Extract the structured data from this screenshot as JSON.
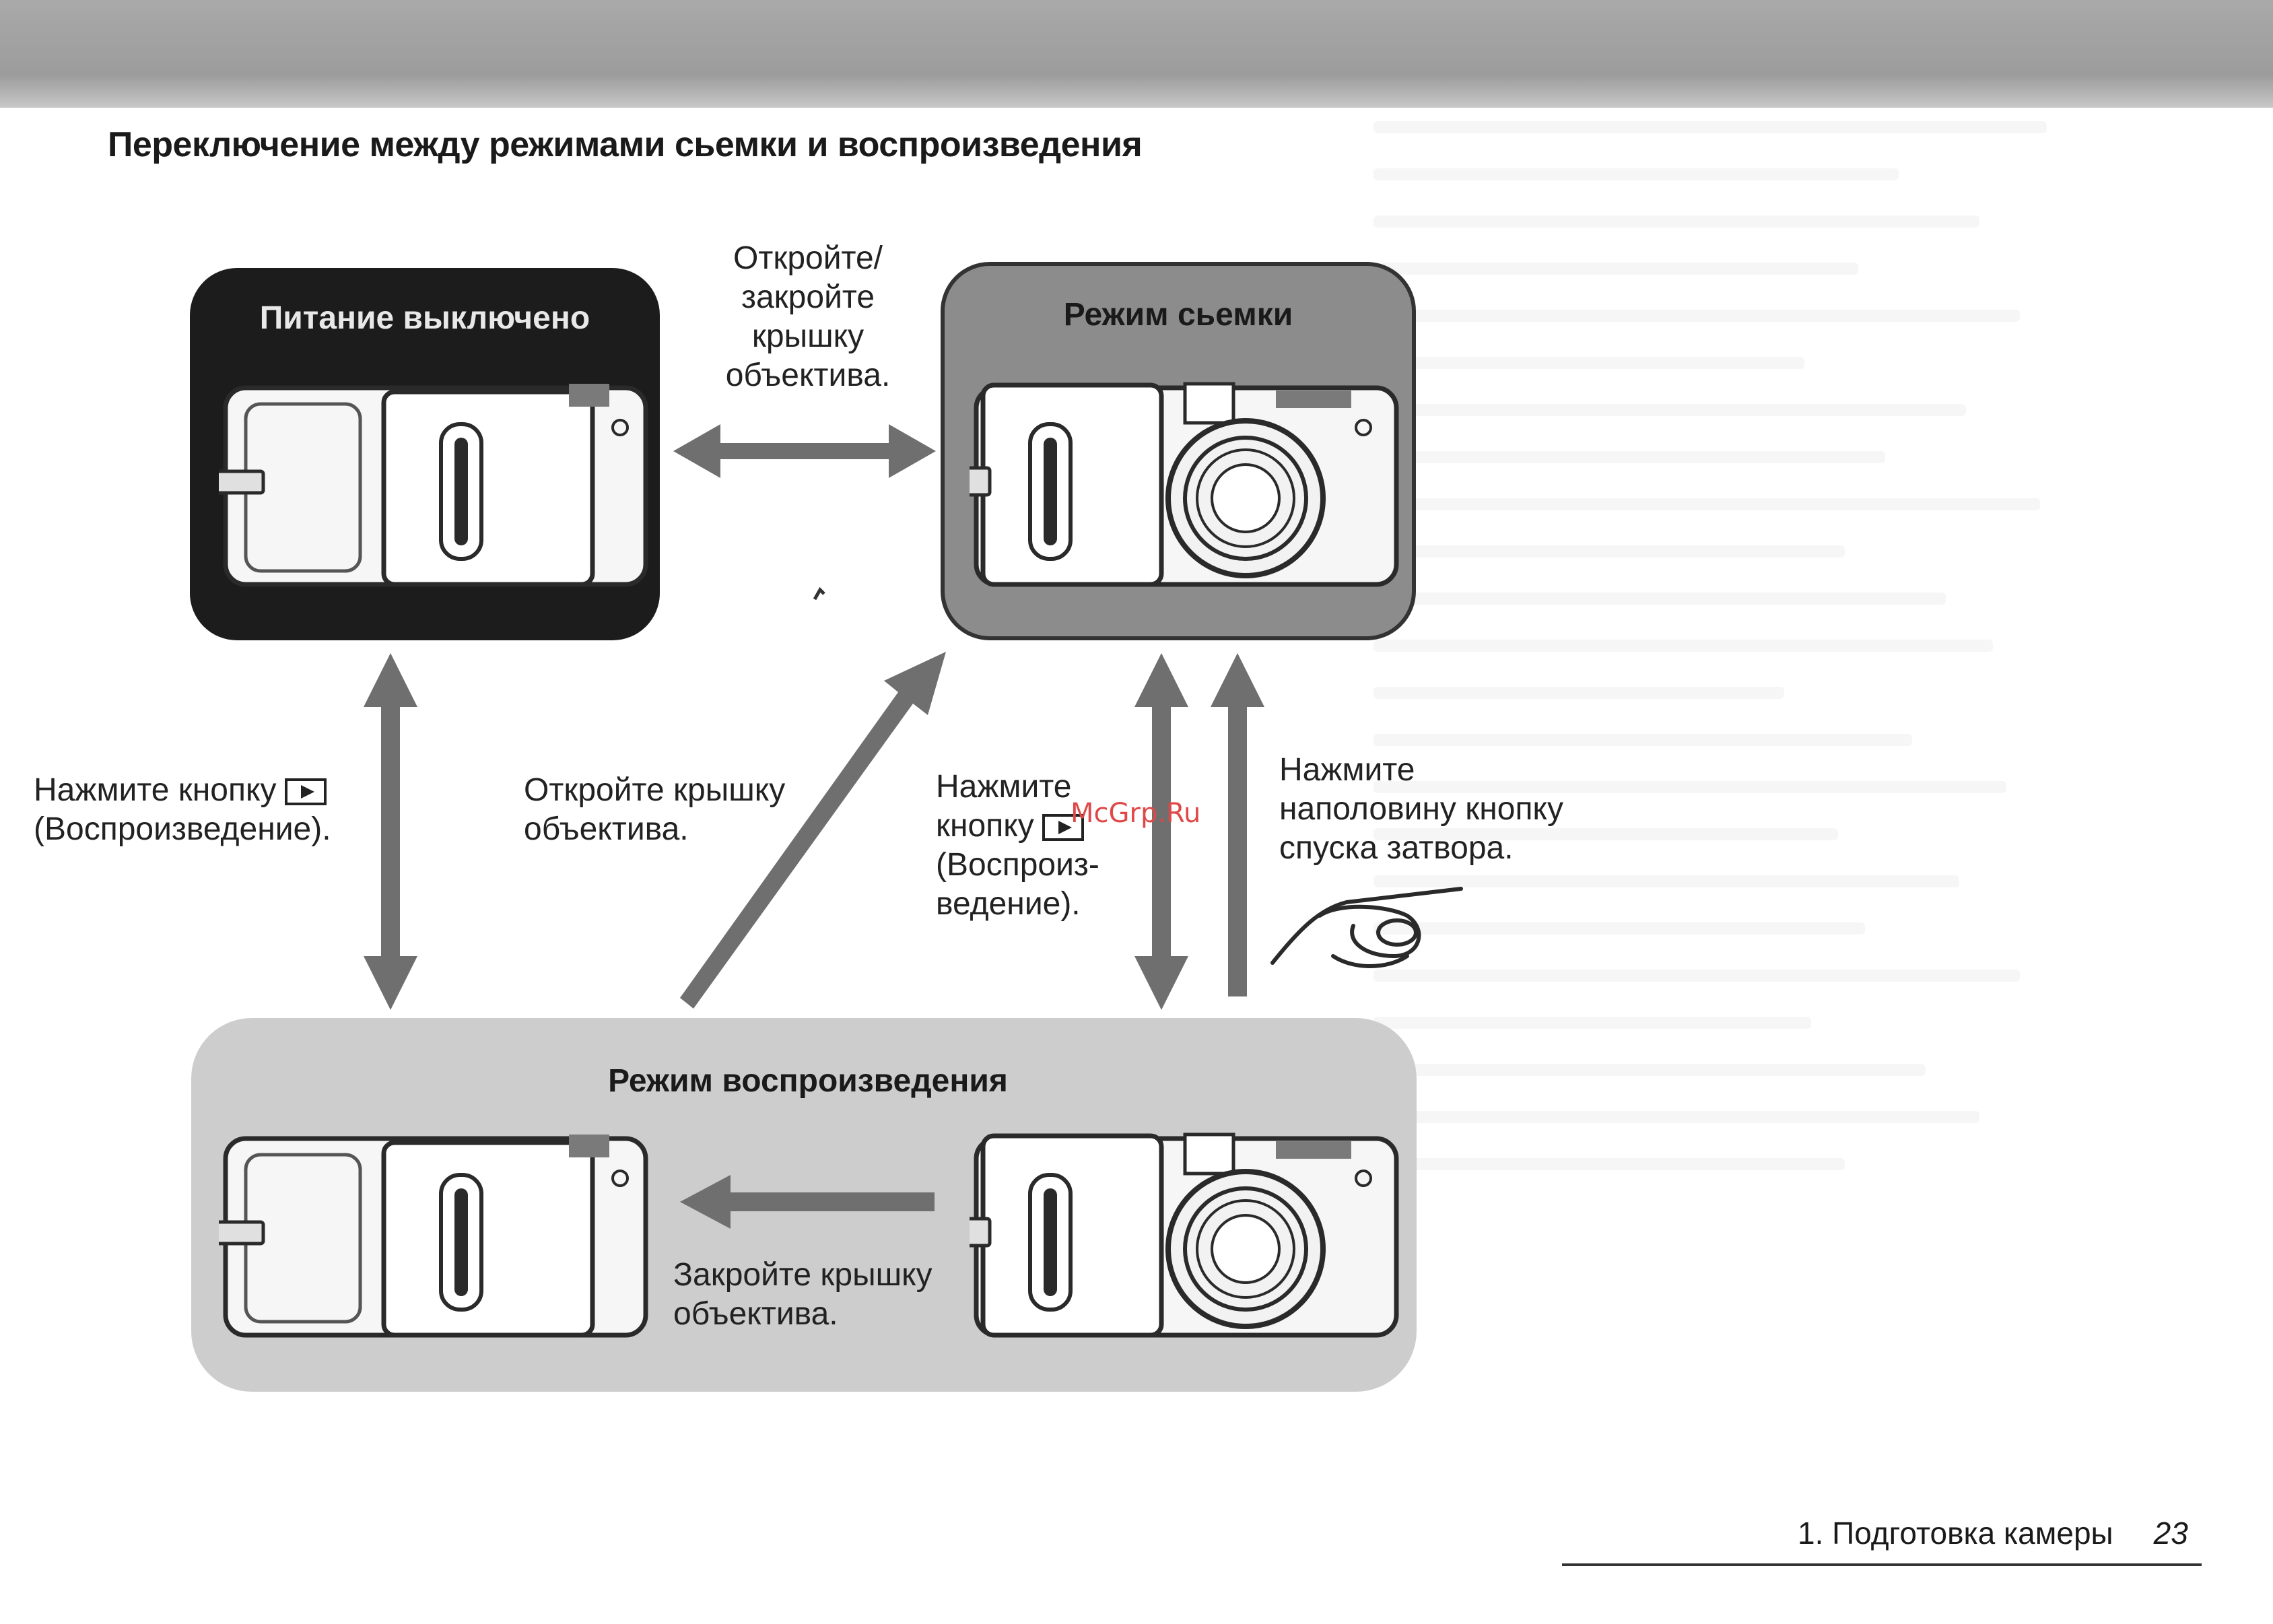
{
  "page": {
    "heading": "Переключение между режимами сьемки и воспроизведения",
    "watermark": "McGrp.Ru",
    "footer": {
      "chapter": "1. Подготовка камеры",
      "page_number": "23"
    }
  },
  "modes": {
    "off": "Питание выключено",
    "shooting": "Режим сьемки",
    "playback": "Режим воспроизведения"
  },
  "labels": {
    "open_close_cover": [
      "Откройте/",
      "закройте",
      "крышку",
      "объектива."
    ],
    "press_playback_left": [
      "Нажмите кнопку",
      "(Воспроизведение)."
    ],
    "open_cover": [
      "Откройте крышку",
      "объектива."
    ],
    "press_playback_mid": [
      "Нажмите",
      "кнопку",
      "(Воспроиз-",
      "ведение)."
    ],
    "press_shutter": [
      "Нажмите",
      "наполовину кнопку",
      "спуска затвора."
    ],
    "close_cover": [
      "Закройте крышку",
      "объектива."
    ]
  },
  "icons": {
    "playback_button": "playback-button-icon",
    "hand": "finger-press-icon"
  },
  "colors": {
    "off_panel": "#1c1c1c",
    "shooting_panel": "#8c8c8c",
    "playback_panel": "#cdcdcd",
    "arrow": "#6f6f6f",
    "header_band": "#a3a3a3"
  }
}
